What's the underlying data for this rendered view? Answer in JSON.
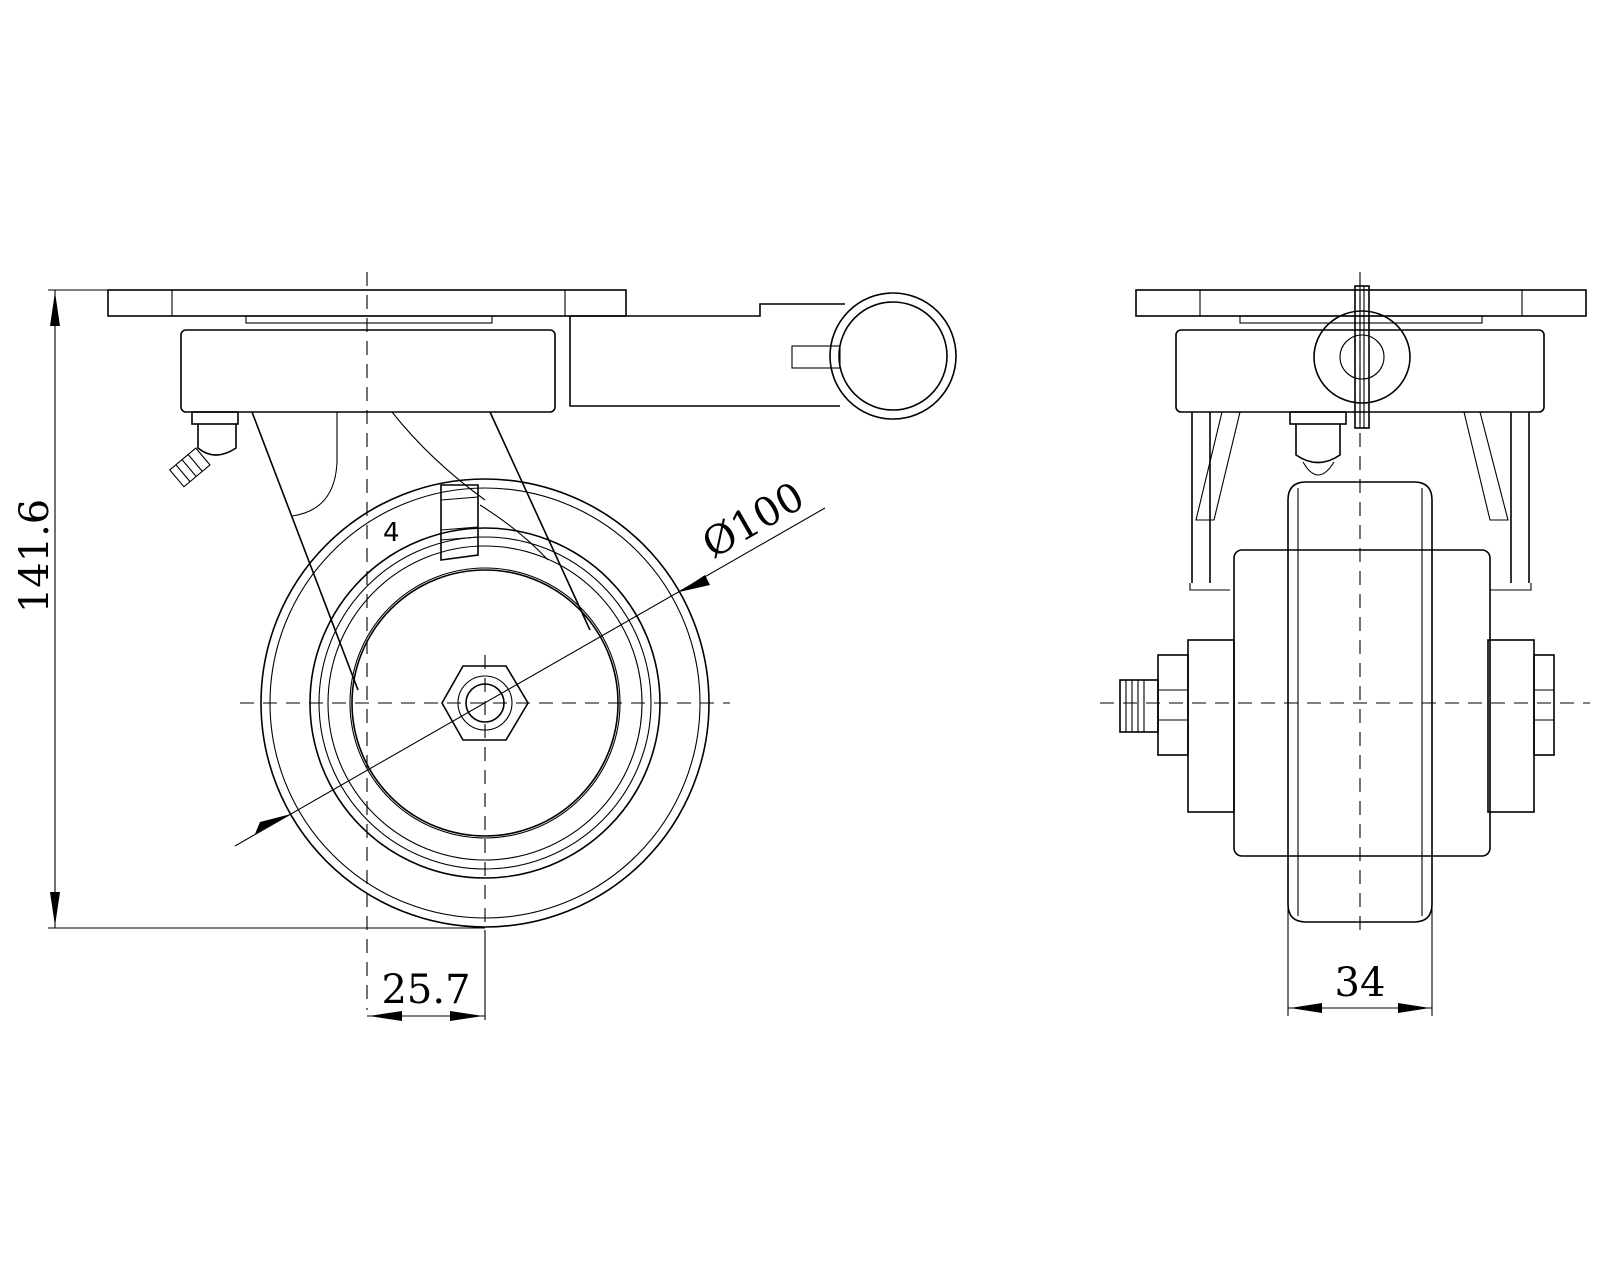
{
  "dimensions": {
    "overall_height": "141.6",
    "wheel_diameter": "Ø100",
    "swivel_offset": "25.7",
    "wheel_width": "34"
  },
  "callouts": {
    "part_number": "4"
  }
}
